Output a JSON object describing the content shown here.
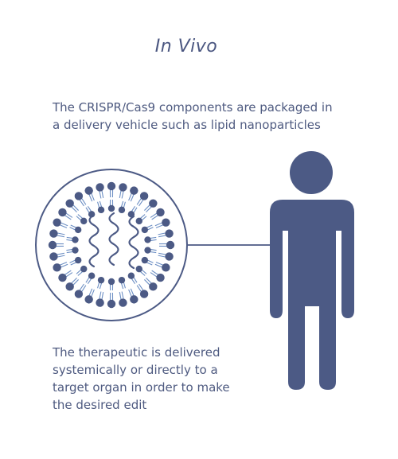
{
  "title": "In Vivo",
  "intro_lines": [
    "The CRISPR/Cas9 components are packaged in",
    "a delivery vehicle such as lipid nanoparticles"
  ],
  "outcome_lines": [
    "The therapeutic is delivered",
    "systemically or directly to a",
    "target organ in order to make",
    "the desired edit"
  ],
  "colors": {
    "figure": "#4c5a85",
    "lipid_head": "#4c5a85",
    "lipid_tail": "#6d8fc4",
    "text": "#4e5a80"
  },
  "icons": {
    "nanoparticle": "lipid-nanoparticle-icon",
    "arrow": "delivery-arrow-icon",
    "patient": "human-figure-icon"
  }
}
